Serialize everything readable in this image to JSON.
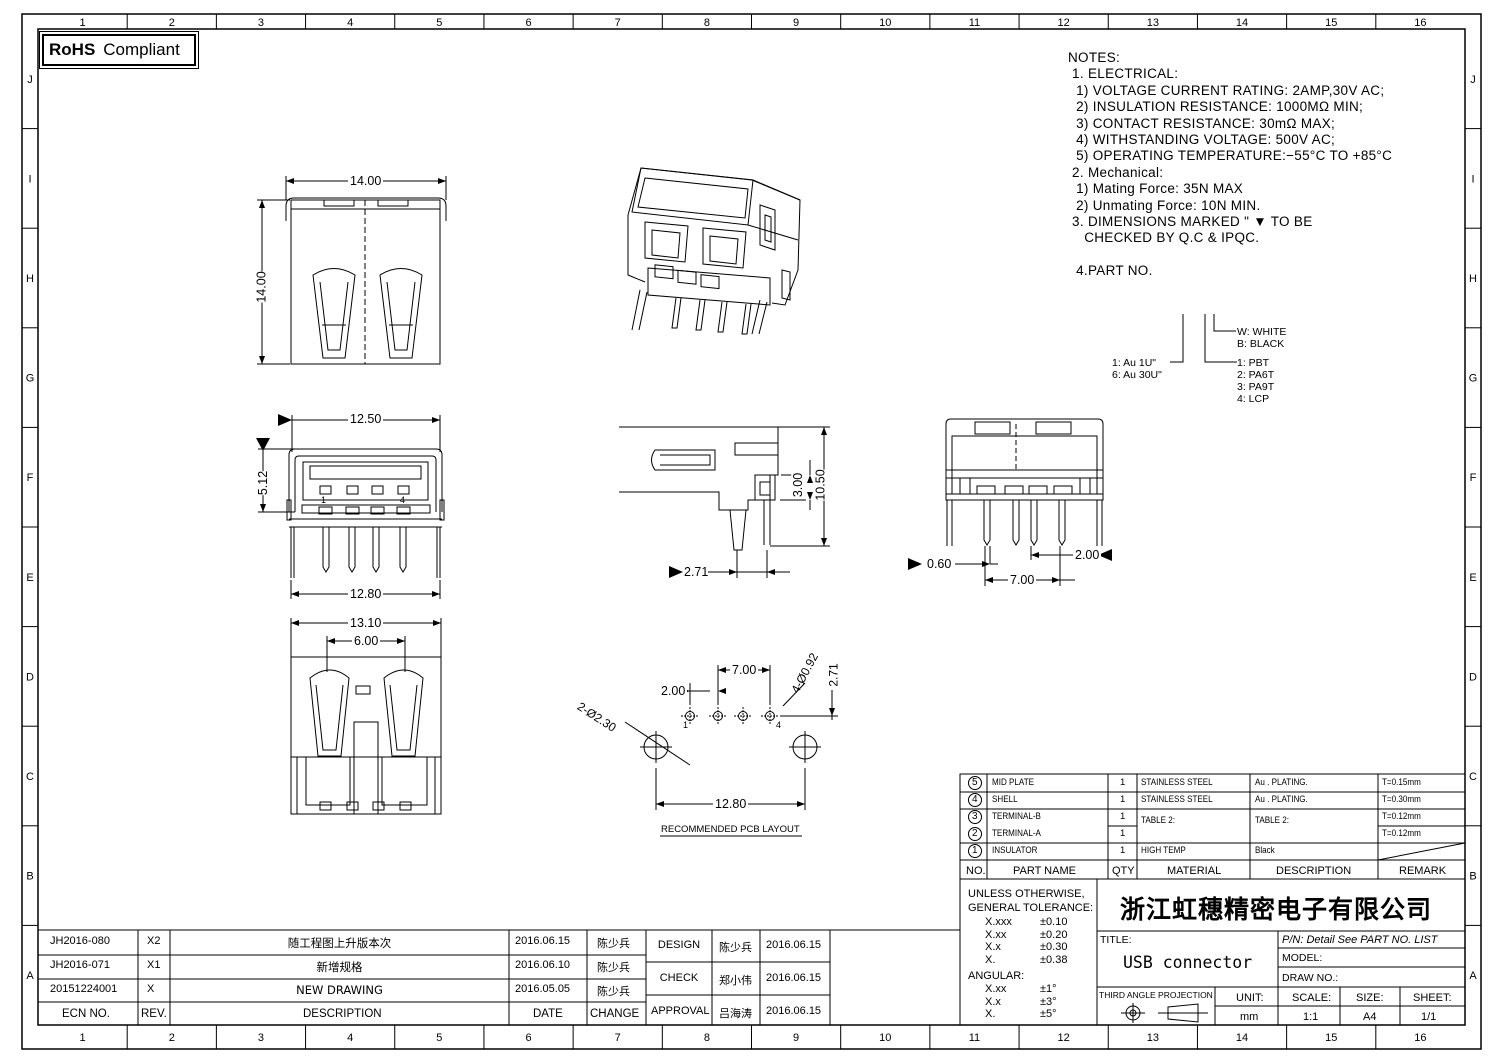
{
  "rohs": {
    "bold": "RoHS",
    "label": "Compliant"
  },
  "grid": {
    "cols": [
      "1",
      "2",
      "3",
      "4",
      "5",
      "6",
      "7",
      "8",
      "9",
      "10",
      "11",
      "12",
      "13",
      "14",
      "15",
      "16"
    ],
    "rows": [
      "J",
      "I",
      "H",
      "G",
      "F",
      "E",
      "D",
      "C",
      "B",
      "A"
    ]
  },
  "notes": [
    "NOTES:",
    " 1. ELECTRICAL:",
    "  1) VOLTAGE CURRENT RATING: 2AMP,30V AC;",
    "  2) INSULATION RESISTANCE: 1000MΩ MIN;",
    "  3) CONTACT RESISTANCE: 30mΩ MAX;",
    "  4) WITHSTANDING VOLTAGE: 500V AC;",
    "  5) OPERATING TEMPERATURE:−55°C TO +85°C",
    " 2. Mechanical:",
    "  1) Mating Force: 35N MAX",
    "  2) Unmating Force: 10N MIN.",
    " 3. DIMENSIONS MARKED \" ▼ TO BE",
    "    CHECKED BY Q.C & IPQC.",
    "",
    "  4.PART NO."
  ],
  "part_no_options": {
    "plating": [
      "1: Au 1U\"",
      "6: Au 30U\""
    ],
    "color": [
      "W: WHITE",
      "B: BLACK"
    ],
    "material": [
      "1: PBT",
      "2: PA6T",
      "3: PA9T",
      "4: LCP"
    ]
  },
  "dims": {
    "top_w": "14.00",
    "top_h": "14.00",
    "front_w": "12.50",
    "front_h": "5.12",
    "front_pin1": "1",
    "front_pin4": "4",
    "front_base": "12.80",
    "bottom_w": "13.10",
    "bottom_inner": "6.00",
    "side_h1": "3.00",
    "side_h2": "10.50",
    "side_off": "2.71",
    "back_pin": "0.60",
    "back_span": "7.00",
    "back_pitch": "2.00",
    "pcb_span": "7.00",
    "pcb_pitch": "2.00",
    "pcb_holes": "4-Ø0.92",
    "pcb_off": "2.71",
    "pcb_mount": "2-Ø2.30",
    "pcb_w": "12.80",
    "pcb_pin1": "1",
    "pcb_pin4": "4",
    "pcb_caption": "RECOMMENDED PCB LAYOUT"
  },
  "bom": {
    "rows": [
      {
        "no": "5",
        "part": "MID PLATE",
        "qty": "1",
        "material": "STAINLESS STEEL",
        "desc": "Au . PLATING.",
        "remark": "T=0.15mm"
      },
      {
        "no": "4",
        "part": "SHELL",
        "qty": "1",
        "material": "STAINLESS STEEL",
        "desc": "Au . PLATING.",
        "remark": "T=0.30mm"
      },
      {
        "no": "3",
        "part": "TERMINAL-B",
        "qty": "1",
        "material": "TABLE 2:",
        "desc": "TABLE 2:",
        "remark": "T=0.12mm"
      },
      {
        "no": "2",
        "part": "TERMINAL-A",
        "qty": "1",
        "material": "",
        "desc": "",
        "remark": "T=0.12mm"
      },
      {
        "no": "1",
        "part": "INSULATOR",
        "qty": "1",
        "material": "HIGH TEMP",
        "desc": "Black",
        "remark": ""
      }
    ],
    "headers": {
      "no": "NO.",
      "part": "PART NAME",
      "qty": "QTY",
      "material": "MATERIAL",
      "desc": "DESCRIPTION",
      "remark": "REMARK"
    }
  },
  "tolerance": {
    "title1": "UNLESS OTHERWISE,",
    "title2": "GENERAL TOLERANCE:",
    "linear": [
      [
        "X.xxx",
        "±0.10"
      ],
      [
        "X.xx",
        "±0.20"
      ],
      [
        "X.x",
        "±0.30"
      ],
      [
        "X.",
        "±0.38"
      ]
    ],
    "angular_label": "ANGULAR:",
    "angular": [
      [
        "X.xx",
        "±1°"
      ],
      [
        "X.x",
        "±3°"
      ],
      [
        "X.",
        "±5°"
      ]
    ]
  },
  "title_block": {
    "company": "浙江虹穗精密电子有限公司",
    "title_label": "TITLE:",
    "title": "USB connector",
    "pn": "P/N: Detail See PART NO. LIST",
    "model": "MODEL:",
    "drawno": "DRAW NO.:",
    "projection": "THIRD ANGLE PROJECTION",
    "unit_label": "UNIT:",
    "unit": "mm",
    "scale_label": "SCALE:",
    "scale": "1:1",
    "size_label": "SIZE:",
    "size": "A4",
    "sheet_label": "SHEET:",
    "sheet": "1/1"
  },
  "revisions": [
    {
      "ecn": "JH2016-080",
      "rev": "X2",
      "desc": "随工程图上升版本次",
      "date": "2016.06.15",
      "by": "陈少兵"
    },
    {
      "ecn": "JH2016-071",
      "rev": "X1",
      "desc": "新增规格",
      "date": "2016.06.10",
      "by": "陈少兵"
    },
    {
      "ecn": "20151224001",
      "rev": "X",
      "desc": "NEW DRAWING",
      "date": "2016.05.05",
      "by": "陈少兵"
    }
  ],
  "rev_headers": {
    "ecn": "ECN NO.",
    "rev": "REV.",
    "desc": "DESCRIPTION",
    "date": "DATE",
    "change": "CHANGE"
  },
  "approvals": [
    {
      "role": "DESIGN",
      "name": "陈少兵",
      "date": "2016.06.15"
    },
    {
      "role": "CHECK",
      "name": "郑小伟",
      "date": "2016.06.15"
    },
    {
      "role": "APPROVAL",
      "name": "吕海涛",
      "date": "2016.06.15"
    }
  ]
}
